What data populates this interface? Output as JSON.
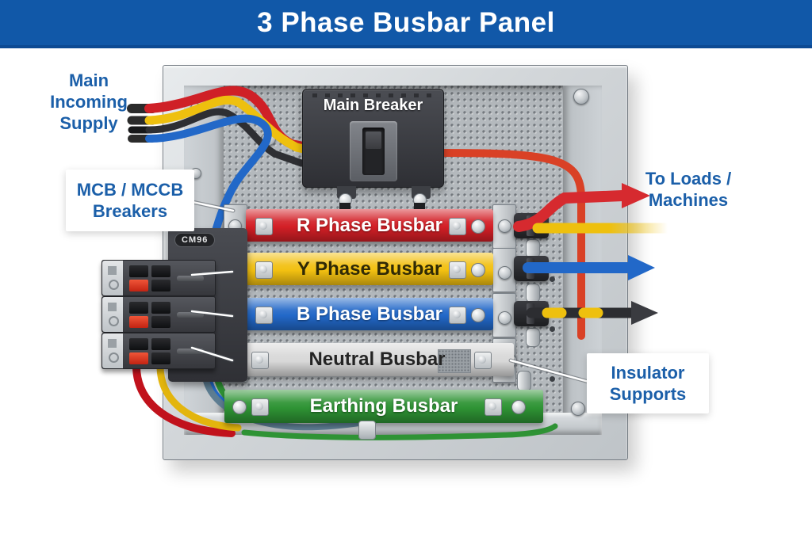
{
  "title": "3 Phase Busbar Panel",
  "callouts": {
    "main_supply": {
      "lines": [
        "Main",
        "Incoming",
        "Supply"
      ]
    },
    "mcb": {
      "lines": [
        "MCB / MCCB",
        "Breakers"
      ]
    },
    "to_loads": {
      "lines": [
        "To Loads /",
        "Machines"
      ]
    },
    "insulator": {
      "lines": [
        "Insulator",
        "Supports"
      ]
    }
  },
  "panel": {
    "main_breaker_label": "Main Breaker",
    "brand_badge": "CM96",
    "busbars": [
      {
        "id": "r-phase",
        "label": "R Phase Busbar",
        "color": "#d31f26",
        "text_color": "#ffffff"
      },
      {
        "id": "y-phase",
        "label": "Y Phase Busbar",
        "color": "#f2c011",
        "text_color": "#302a06"
      },
      {
        "id": "b-phase",
        "label": "B Phase Busbar",
        "color": "#2268c8",
        "text_color": "#ffffff"
      },
      {
        "id": "neutral",
        "label": "Neutral Busbar",
        "color": "#d8d8d8",
        "text_color": "#242424"
      },
      {
        "id": "earthing",
        "label": "Earthing Busbar",
        "color": "#2e9334",
        "text_color": "#ffffff"
      }
    ]
  },
  "colors": {
    "banner": "#1158a8",
    "callout_text": "#1b5fa9",
    "wire_red": "#d31f26",
    "wire_yellow": "#eec00e",
    "wire_blue": "#2268c8",
    "wire_black": "#2e2f33",
    "wire_green": "#2f9335"
  }
}
